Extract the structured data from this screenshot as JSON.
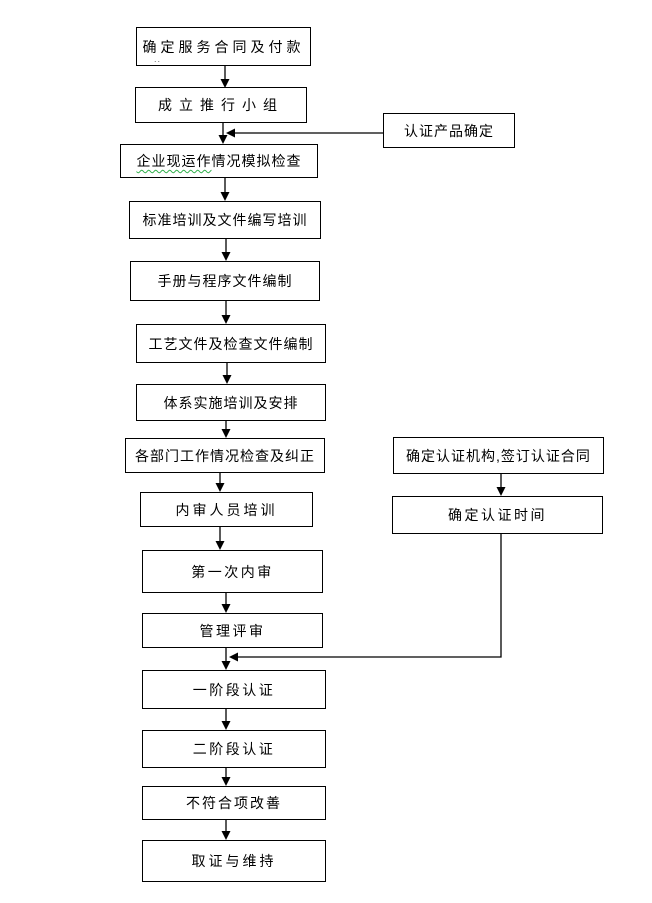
{
  "canvas": {
    "background_color": "#ffffff",
    "box_border_color": "#000000",
    "box_fill_color": "#ffffff",
    "text_color": "#000000",
    "connector_color": "#000000",
    "spellcheck_underline_color": "#2fae4a"
  },
  "flowchart": {
    "nodes": {
      "n1": {
        "label": "确定服务合同及付款",
        "stray_marks": ".."
      },
      "n2": {
        "label": "成立推行小组"
      },
      "n3": {
        "label": "企业现运作情况模拟检查",
        "spellcheck_underlined_part": "企业现运作",
        "plain_part": "情况模拟检查"
      },
      "n4": {
        "label": "标准培训及文件编写培训"
      },
      "n5": {
        "label": "手册与程序文件编制"
      },
      "n6": {
        "label": "工艺文件及检查文件编制"
      },
      "n7": {
        "label": "体系实施培训及安排"
      },
      "n8": {
        "label": "各部门工作情况检查及纠正"
      },
      "n9": {
        "label": "内审人员培训"
      },
      "n10": {
        "label": "第一次内审"
      },
      "n11": {
        "label": "管理评审"
      },
      "n12": {
        "label": "一阶段认证"
      },
      "n13": {
        "label": "二阶段认证"
      },
      "n14": {
        "label": "不符合项改善"
      },
      "n15": {
        "label": "取证与维持"
      },
      "r1": {
        "label": "认证产品确定"
      },
      "r2": {
        "label": "确定认证机构,签订认证合同"
      },
      "r3": {
        "label": "确定认证时间"
      }
    },
    "edges": [
      {
        "from": "n1",
        "to": "n2"
      },
      {
        "from": "n2",
        "to": "n3"
      },
      {
        "from": "r1",
        "to": "n3"
      },
      {
        "from": "n3",
        "to": "n4"
      },
      {
        "from": "n4",
        "to": "n5"
      },
      {
        "from": "n5",
        "to": "n6"
      },
      {
        "from": "n6",
        "to": "n7"
      },
      {
        "from": "n7",
        "to": "n8"
      },
      {
        "from": "n8",
        "to": "n9"
      },
      {
        "from": "n9",
        "to": "n10"
      },
      {
        "from": "n10",
        "to": "n11"
      },
      {
        "from": "n11",
        "to": "n12"
      },
      {
        "from": "r2",
        "to": "r3"
      },
      {
        "from": "r3",
        "to": "n12"
      },
      {
        "from": "n12",
        "to": "n13"
      },
      {
        "from": "n13",
        "to": "n14"
      },
      {
        "from": "n14",
        "to": "n15"
      }
    ]
  }
}
